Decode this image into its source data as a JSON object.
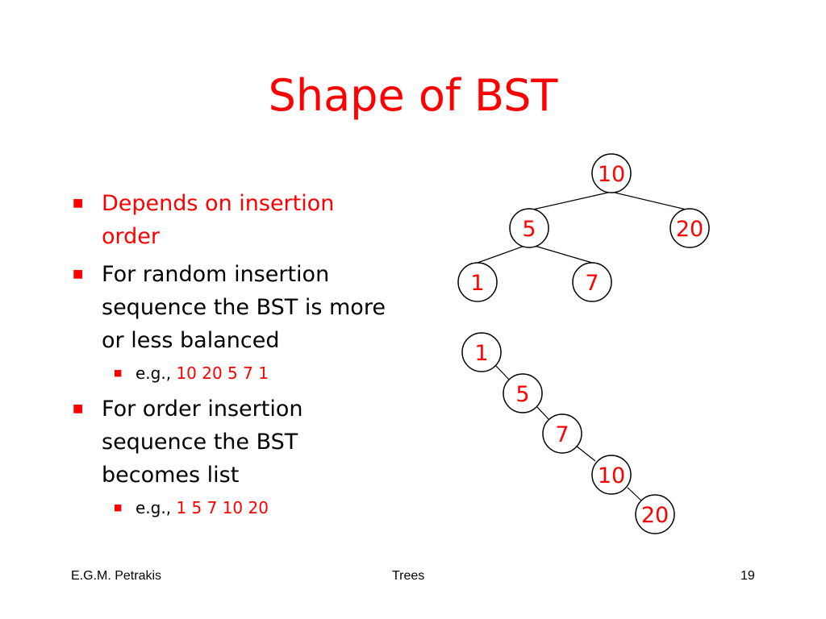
{
  "title": "Shape of BST",
  "bullets": [
    {
      "text": "Depends on insertion order",
      "color": "#ff0000"
    },
    {
      "text": "For random insertion sequence the BST is more or less balanced",
      "color": "#000000",
      "sub": {
        "prefix": "e.g.,",
        "value": "10 20 5 7 1"
      }
    },
    {
      "text": "For order insertion sequence the BST becomes list",
      "color": "#000000",
      "sub": {
        "prefix": "e.g.,",
        "value": "1 5 7 10 20"
      }
    }
  ],
  "trees": {
    "balanced": {
      "root": "10",
      "left": "5",
      "right": "20",
      "left_left": "1",
      "left_right": "7"
    },
    "list": [
      "1",
      "5",
      "7",
      "10",
      "20"
    ]
  },
  "footer": {
    "author": "E.G.M. Petrakis",
    "topic": "Trees",
    "page": "19"
  },
  "colors": {
    "accent": "#ff0000",
    "text": "#000000"
  }
}
